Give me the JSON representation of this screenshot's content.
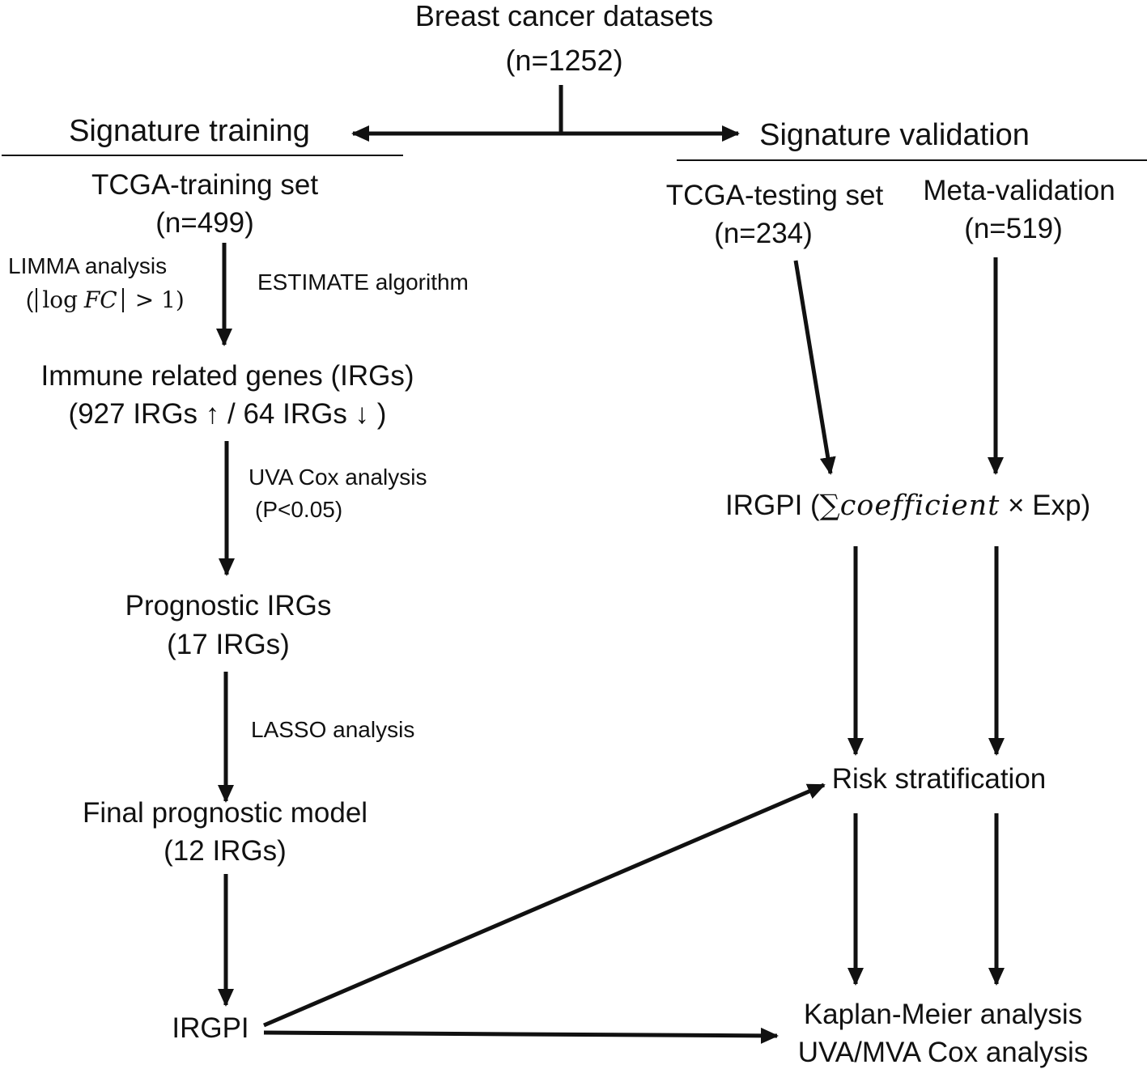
{
  "root": {
    "line1": "Breast  cancer datasets",
    "line2": "(n=1252)"
  },
  "branches": {
    "training_heading": "Signature training",
    "validation_heading": "Signature validation"
  },
  "training": {
    "set_title": "TCGA-training set",
    "set_count": "(n=499)",
    "limma_label": "LIMMA analysis",
    "limma_criterion": {
      "open": "(",
      "log": "log",
      "fc": "FC",
      "close": "> 1)"
    },
    "estimate_label": "ESTIMATE algorithm",
    "irgs_title": "Immune related genes (IRGs)",
    "irgs_counts": "(927 IRGs ↑  / 64 IRGs ↓ )",
    "uva_label": "UVA Cox analysis",
    "uva_criterion": "(P<0.05)",
    "prognostic_title": "Prognostic IRGs",
    "prognostic_count": "(17 IRGs)",
    "lasso_label": "LASSO analysis",
    "final_title": "Final prognostic model",
    "final_count": "(12 IRGs)",
    "irgpi": "IRGPI"
  },
  "validation": {
    "testing_title": "TCGA-testing set",
    "testing_count": "(n=234)",
    "meta_title": "Meta-validation",
    "meta_count": "(n=519)",
    "formula": {
      "prefix": "IRGPI (",
      "sum": "∑",
      "coef": "coefficient",
      "times": "×",
      "suffix": " Exp)"
    },
    "risk": "Risk stratification",
    "km": "Kaplan-Meier analysis",
    "cox": "UVA/MVA Cox analysis"
  }
}
